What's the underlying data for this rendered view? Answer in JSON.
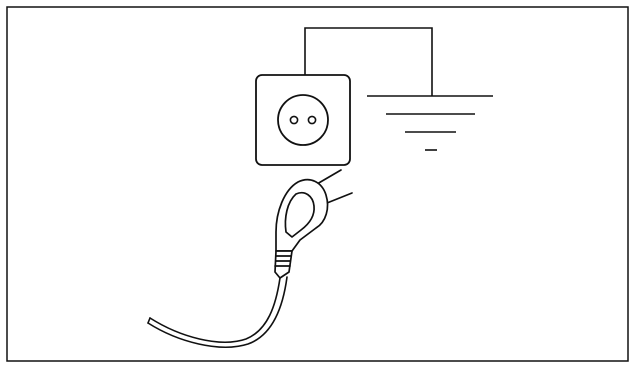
{
  "diagram": {
    "kind": "grounding-illustration",
    "elements": [
      "wall-socket-icon",
      "ground-symbol-icon",
      "ground-wire",
      "power-plug-icon",
      "power-cord"
    ]
  },
  "colors": {
    "stroke": "#111111",
    "background": "#ffffff",
    "border": "#111111"
  }
}
